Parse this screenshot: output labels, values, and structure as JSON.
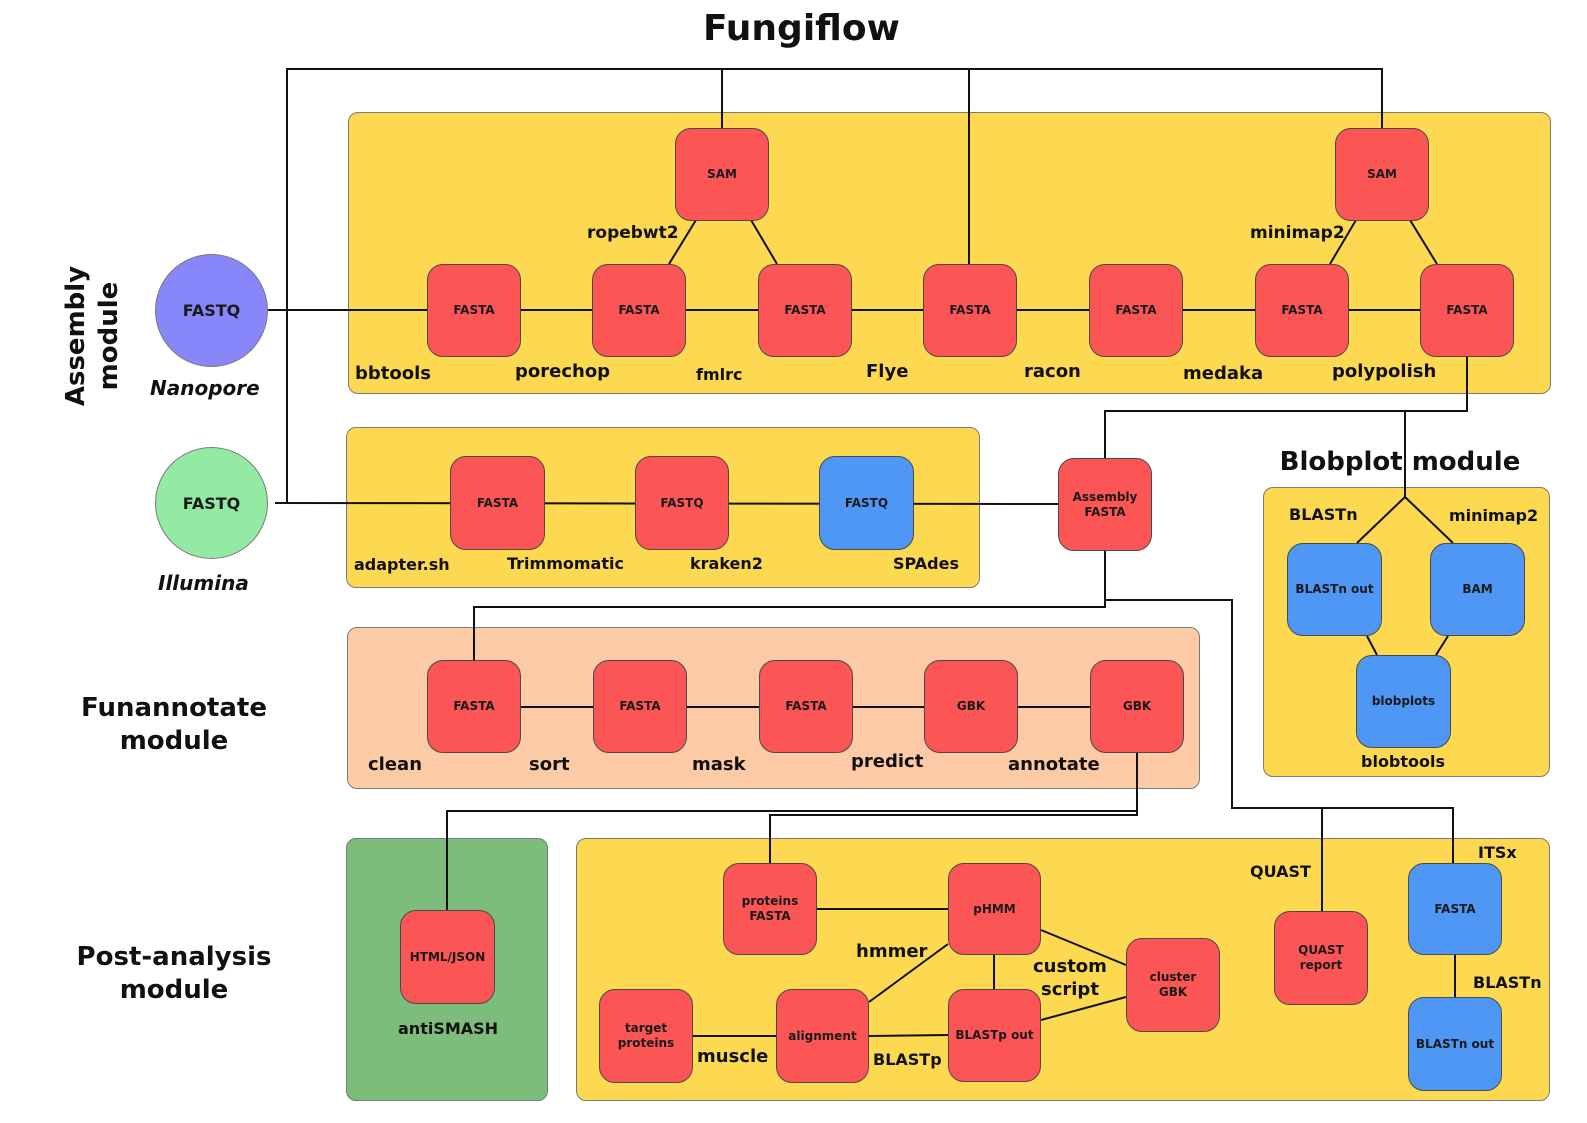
{
  "title": "Fungiflow",
  "modules": {
    "assembly": "Assembly\nmodule",
    "blobplot": "Blobplot module",
    "funannotate": "Funannotate\nmodule",
    "post_analysis": "Post-analysis\nmodule"
  },
  "inputs": {
    "nanopore": {
      "format": "FASTQ",
      "platform": "Nanopore"
    },
    "illumina": {
      "format": "FASTQ",
      "platform": "Illumina"
    }
  },
  "nanopore_track": {
    "nodes": [
      "FASTA",
      "FASTA",
      "FASTA",
      "FASTA",
      "FASTA",
      "FASTA",
      "FASTA"
    ],
    "sam_nodes": [
      "SAM",
      "SAM"
    ],
    "tools": [
      "bbtools",
      "porechop",
      "fmlrc",
      "Flye",
      "racon",
      "medaka",
      "polypolish"
    ],
    "sam_tools": [
      "ropebwt2",
      "minimap2"
    ]
  },
  "illumina_track": {
    "nodes": [
      "FASTA",
      "FASTQ",
      "FASTQ"
    ],
    "tools": [
      "adapter.sh",
      "Trimmomatic",
      "kraken2",
      "SPAdes"
    ]
  },
  "assembly_output": "Assembly\nFASTA",
  "blobplot": {
    "nodes": [
      "BLASTn out",
      "BAM",
      "blobplots"
    ],
    "tools": [
      "BLASTn",
      "minimap2",
      "blobtools"
    ]
  },
  "funannotate": {
    "nodes": [
      "FASTA",
      "FASTA",
      "FASTA",
      "GBK",
      "GBK"
    ],
    "tools": [
      "clean",
      "sort",
      "mask",
      "predict",
      "annotate"
    ]
  },
  "post_analysis": {
    "antismash": {
      "node": "HTML/JSON",
      "tool": "antiSMASH"
    },
    "nodes": {
      "proteins": "proteins\nFASTA",
      "phmm": "pHMM",
      "cluster": "cluster\nGBK",
      "target": "target\nproteins",
      "alignment": "alignment",
      "blastp_out": "BLASTp out",
      "quast_report": "QUAST\nreport",
      "itsx_fasta": "FASTA",
      "blastn_out": "BLASTn out"
    },
    "tools": {
      "hmmer": "hmmer",
      "custom_script": "custom\nscript",
      "muscle": "muscle",
      "blastp": "BLASTp",
      "quast": "QUAST",
      "itsx": "ITSx",
      "blastn": "BLASTn"
    }
  }
}
